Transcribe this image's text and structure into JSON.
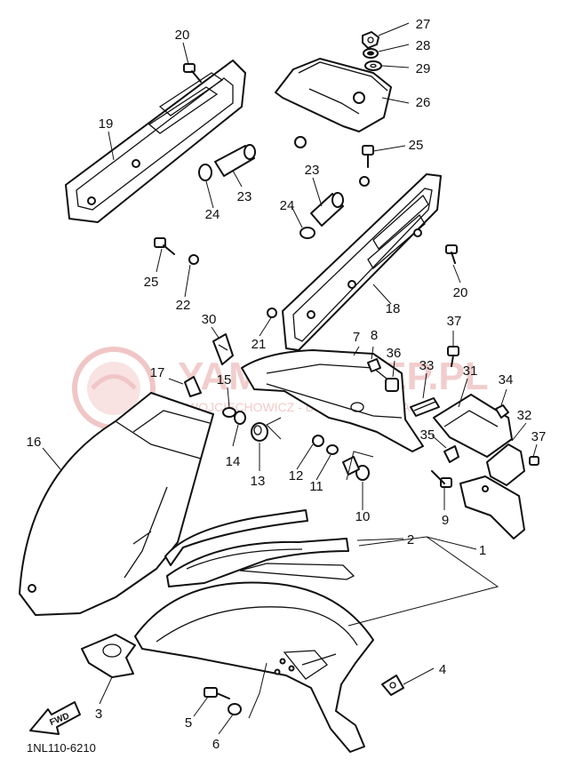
{
  "diagram_code": "1NL110-6210",
  "fwd_label": "FWD",
  "watermark": {
    "title": "YAMA-SKLEP.PL",
    "subtitle": "WOJCIECHOWICZ - DEALER YAMAHA"
  },
  "part_numbers": [
    "1",
    "2",
    "3",
    "4",
    "5",
    "6",
    "7",
    "8",
    "9",
    "10",
    "11",
    "12",
    "13",
    "14",
    "15",
    "16",
    "17",
    "18",
    "19",
    "20",
    "20",
    "21",
    "22",
    "23",
    "23",
    "24",
    "24",
    "25",
    "25",
    "26",
    "27",
    "28",
    "29",
    "30",
    "31",
    "32",
    "33",
    "34",
    "35",
    "36",
    "37",
    "37"
  ],
  "colors": {
    "line": "#111111",
    "background": "#ffffff",
    "watermark": "#e9a6a6"
  }
}
